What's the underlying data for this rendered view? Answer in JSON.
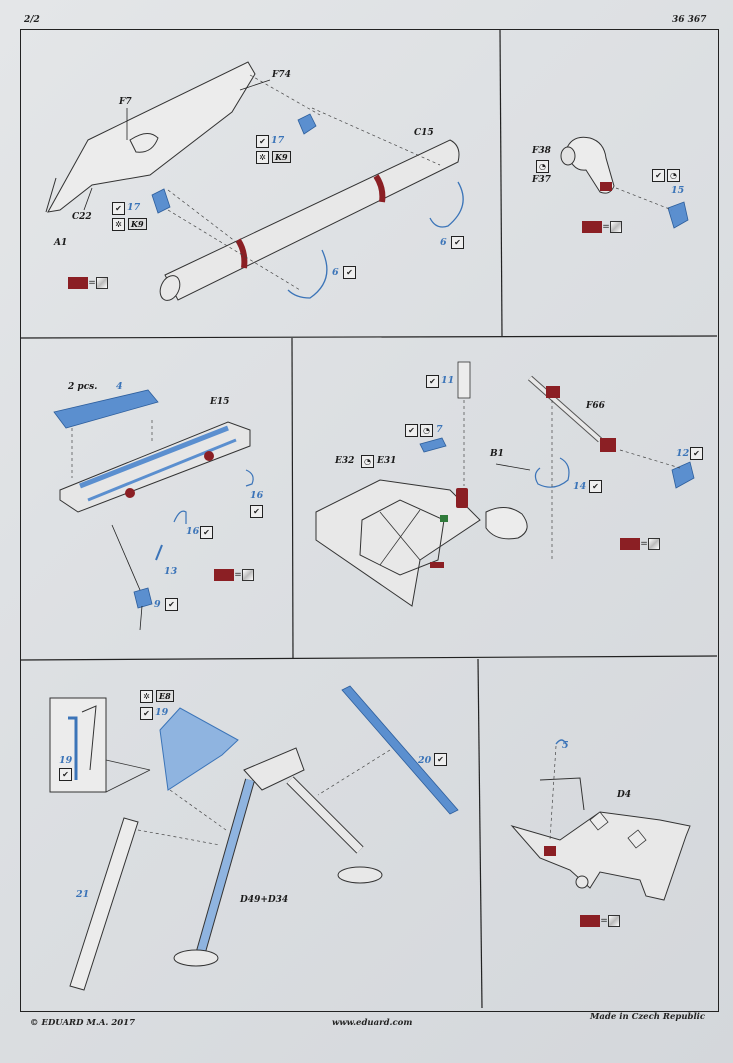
{
  "header": {
    "page": "2/2",
    "code": "36 367"
  },
  "footer": {
    "copyright": "© EDUARD  M.A. 2017",
    "website": "www.eduard.com",
    "origin": "Made in Czech Republic"
  },
  "panels": {
    "p1": {
      "labels": {
        "f74": "F74",
        "f7": "F7",
        "c15": "C15",
        "c22": "C22",
        "a1": "A1"
      },
      "steps": {
        "s17a": "17",
        "s17b": "17",
        "s6a": "6",
        "s6b": "6"
      },
      "codes": {
        "k9a": "K9",
        "k9b": "K9"
      }
    },
    "p2": {
      "labels": {
        "f38": "F38",
        "f37": "F37"
      },
      "steps": {
        "s15": "15"
      }
    },
    "p3": {
      "labels": {
        "e15": "E15",
        "pcs": "2 pcs."
      },
      "steps": {
        "s4": "4",
        "s16a": "16",
        "s16b": "16",
        "s13": "13",
        "s9": "9"
      }
    },
    "p4": {
      "labels": {
        "f66": "F66",
        "b1": "B1",
        "e32": "E32",
        "e31": "E31"
      },
      "steps": {
        "s11": "11",
        "s7": "7",
        "s12": "12",
        "s14": "14"
      }
    },
    "p5": {
      "labels": {
        "d49": "D49+D34"
      },
      "steps": {
        "s19a": "19",
        "s19b": "19",
        "s20": "20",
        "s21": "21"
      },
      "codes": {
        "e8": "E8"
      }
    },
    "p6": {
      "labels": {
        "d4": "D4"
      },
      "steps": {
        "s5": "5"
      }
    }
  },
  "icons": {
    "check": "✔",
    "bend": "◔",
    "anneal": "✲"
  },
  "colors": {
    "accent_blue": "#3b74b8",
    "part_red": "#8b1f24",
    "line": "#222222"
  }
}
